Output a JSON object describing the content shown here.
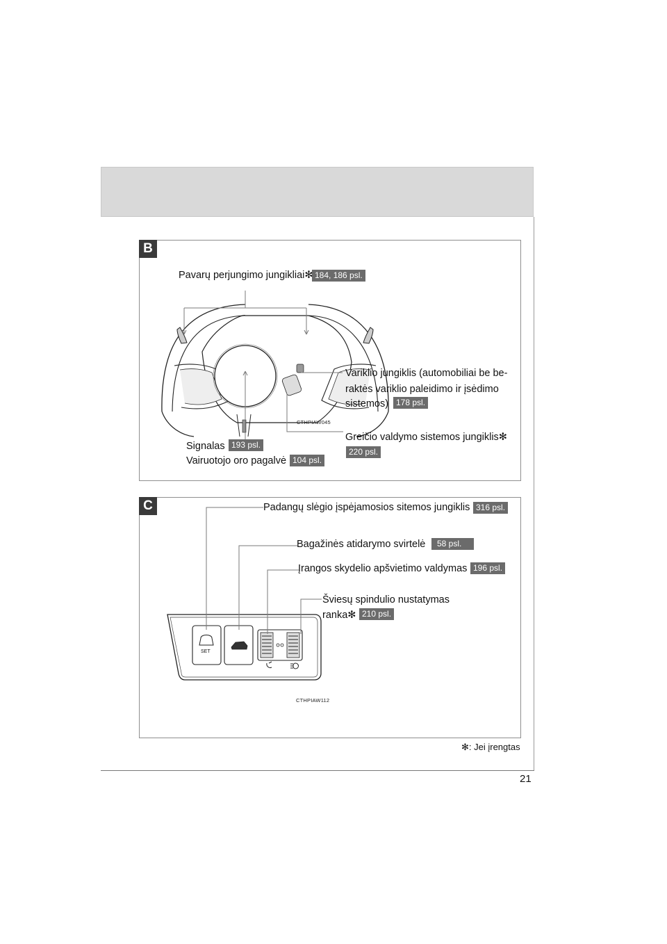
{
  "page_number": "21",
  "footnote": {
    "mark": "✻",
    "text": ": Jei įrengtas"
  },
  "section_b": {
    "badge": "B",
    "paddle_shift": {
      "label": "Pavarų perjungimo jungikliai",
      "mark": "✻",
      "ref": "184, 186 psl."
    },
    "engine_switch": {
      "line1": "Variklio jungiklis (automobiliai be be-",
      "line2": "raktės variklio paleidimo ir įsėdimo",
      "line3": "sistemos)",
      "ref": "178 psl."
    },
    "image_code": "CTHPIAW045",
    "cruise_control": {
      "label": "Greičio valdymo sistemos jungiklis",
      "mark": "✻",
      "ref": "220 psl."
    },
    "horn": {
      "label": "Signalas",
      "ref": "193 psl."
    },
    "airbag": {
      "label": "Vairuotojo oro pagalvė",
      "ref": "104 psl."
    }
  },
  "section_c": {
    "badge": "C",
    "tpms": {
      "label": "Padangų slėgio įspėjamosios sitemos jungiklis",
      "ref": "316 psl."
    },
    "trunk": {
      "label": "Bagažinės atidarymo svirtelė",
      "ref": "58 psl."
    },
    "dash_light": {
      "label": "Įrangos skydelio apšvietimo valdymas",
      "ref": "196 psl."
    },
    "headlight_level": {
      "line1": "Šviesų spindulio nustatymas",
      "line2": "ranka",
      "mark": "✻",
      "ref": "210 psl."
    },
    "set_label": "SET",
    "image_code": "CTHPIAW112"
  }
}
